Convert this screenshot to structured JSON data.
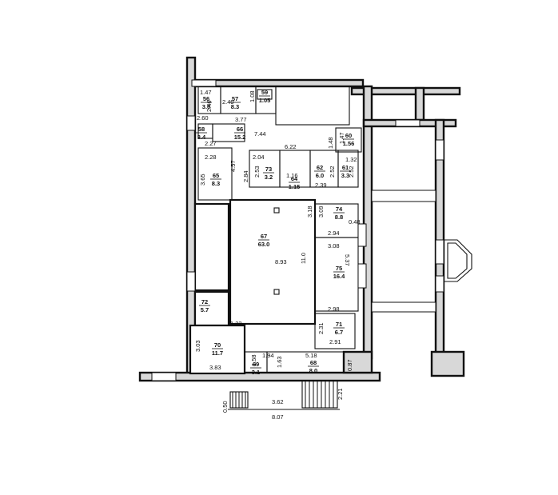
{
  "rooms": [
    {
      "id": "56",
      "area": "3.6"
    },
    {
      "id": "57",
      "area": "8.3"
    },
    {
      "id": "59",
      "area": "1.05"
    },
    {
      "id": "58",
      "area": "3.4"
    },
    {
      "id": "66",
      "area": "15.2"
    },
    {
      "id": "60",
      "area": "1.56"
    },
    {
      "id": "65",
      "area": "8.3"
    },
    {
      "id": "73",
      "area": "3.2"
    },
    {
      "id": "64",
      "area": "1.15"
    },
    {
      "id": "62",
      "area": "6.0"
    },
    {
      "id": "61",
      "area": "3.3"
    },
    {
      "id": "67",
      "area": "63.0"
    },
    {
      "id": "74",
      "area": "8.8"
    },
    {
      "id": "75",
      "area": "16.4"
    },
    {
      "id": "72",
      "area": "5.7"
    },
    {
      "id": "71",
      "area": "6.7"
    },
    {
      "id": "70",
      "area": "11.7"
    },
    {
      "id": "69",
      "area": "3.1"
    },
    {
      "id": "68",
      "area": "8.0"
    }
  ],
  "dimensions": {
    "d_1_47": "1.47",
    "d_2_49": "2.49",
    "d_1_08": "1.08",
    "d_2_46": "2.46",
    "d_3_77": "3.77",
    "d_2_60": "2.60",
    "d_2_27": "2.27",
    "d_7_44": "7.44",
    "d_6_22": "6.22",
    "d_1_48": "1.48",
    "d_1_47b": "1.47",
    "d_2_28": "2.28",
    "d_2_04": "2.04",
    "d_1_32": "1.32",
    "d_3_65": "3.65",
    "d_4_57": "4.57",
    "d_2_84": "2.84",
    "d_2_53": "2.53",
    "d_2_52": "2.52",
    "d_2_52b": "2.52",
    "d_1_16": "1.16",
    "d_2_39": "2.39",
    "d_3_18": "3.18",
    "d_3_09": "3.09",
    "d_0_48": "0.48",
    "d_2_94": "2.94",
    "d_3_08": "3.08",
    "d_11_0": "11.0",
    "d_8_93": "8.93",
    "d_5_37": "5.37",
    "d_2_98": "2.98",
    "d_2_31": "2.31",
    "d_2_91": "2.91",
    "d_1_32b": "1.32",
    "d_3_03": "3.03",
    "d_3_83": "3.83",
    "d_1_58": "1.58",
    "d_1_94": "1.94",
    "d_5_18": "5.18",
    "d_1_63": "1.63",
    "d_0_87": "0.87",
    "d_3_62": "3.62",
    "d_2_21": "2.21",
    "d_0_50": "0.50",
    "d_8_07": "8.07"
  }
}
